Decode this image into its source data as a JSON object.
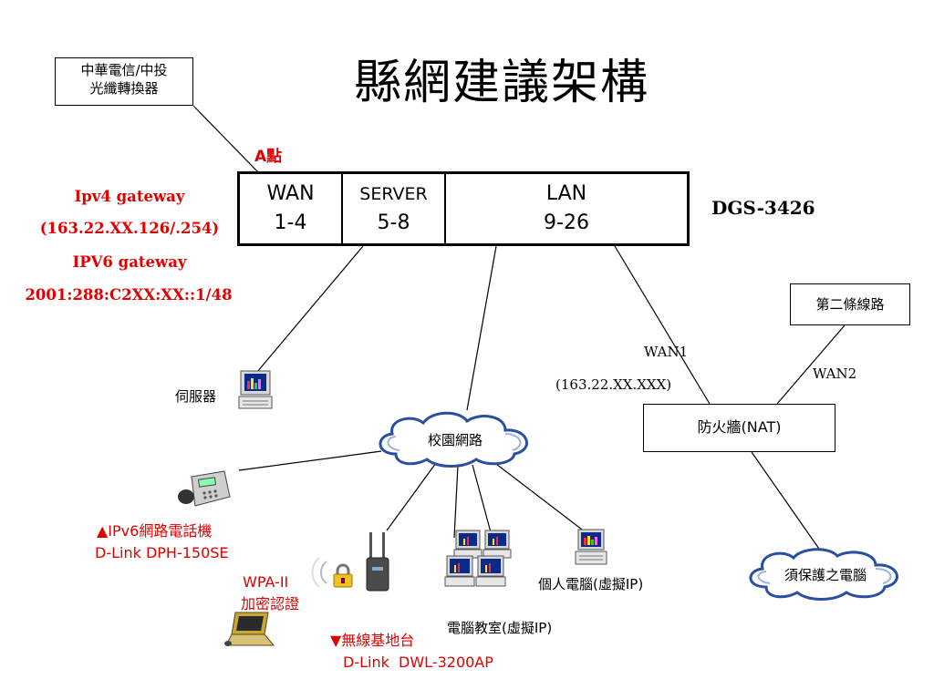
{
  "title": "縣網建議架構",
  "isp_box": {
    "line1": "中華電信/中投",
    "line2": "光纖轉換器"
  },
  "a_point": "A點",
  "gateway": {
    "ipv4_label": "Ipv4 gateway",
    "ipv4_value": "(163.22.XX.126/.254)",
    "ipv6_label": "IPV6 gateway",
    "ipv6_value": "2001:288:C2XX:XX::1/48"
  },
  "switch": {
    "model": "DGS-3426",
    "ports": [
      {
        "name": "WAN",
        "range": "1-4"
      },
      {
        "name": "SERVER",
        "range": "5-8"
      },
      {
        "name": "LAN",
        "range": "9-26"
      }
    ]
  },
  "second_line": "第二條線路",
  "wan1": "WAN1",
  "wan1_ip": "(163.22.XX.XXX)",
  "wan2": "WAN2",
  "firewall": "防火牆(NAT)",
  "server": "伺服器",
  "campus_network": "校園網路",
  "protected_pc": "須保護之電腦",
  "phone": {
    "line1": "▲IPv6網路電話機",
    "line2": "D-Link DPH-150SE"
  },
  "wpa": {
    "line1": "WPA-II",
    "line2": "加密認證"
  },
  "ap": {
    "line1": "▼無線基地台",
    "line2": "D-Link  DWL-3200AP"
  },
  "personal_pc": "個人電腦(虛擬IP)",
  "classroom": "電腦教室(虛擬IP)",
  "colors": {
    "accent_red": "#e00000",
    "cloud_blue": "#2a4fa0"
  }
}
